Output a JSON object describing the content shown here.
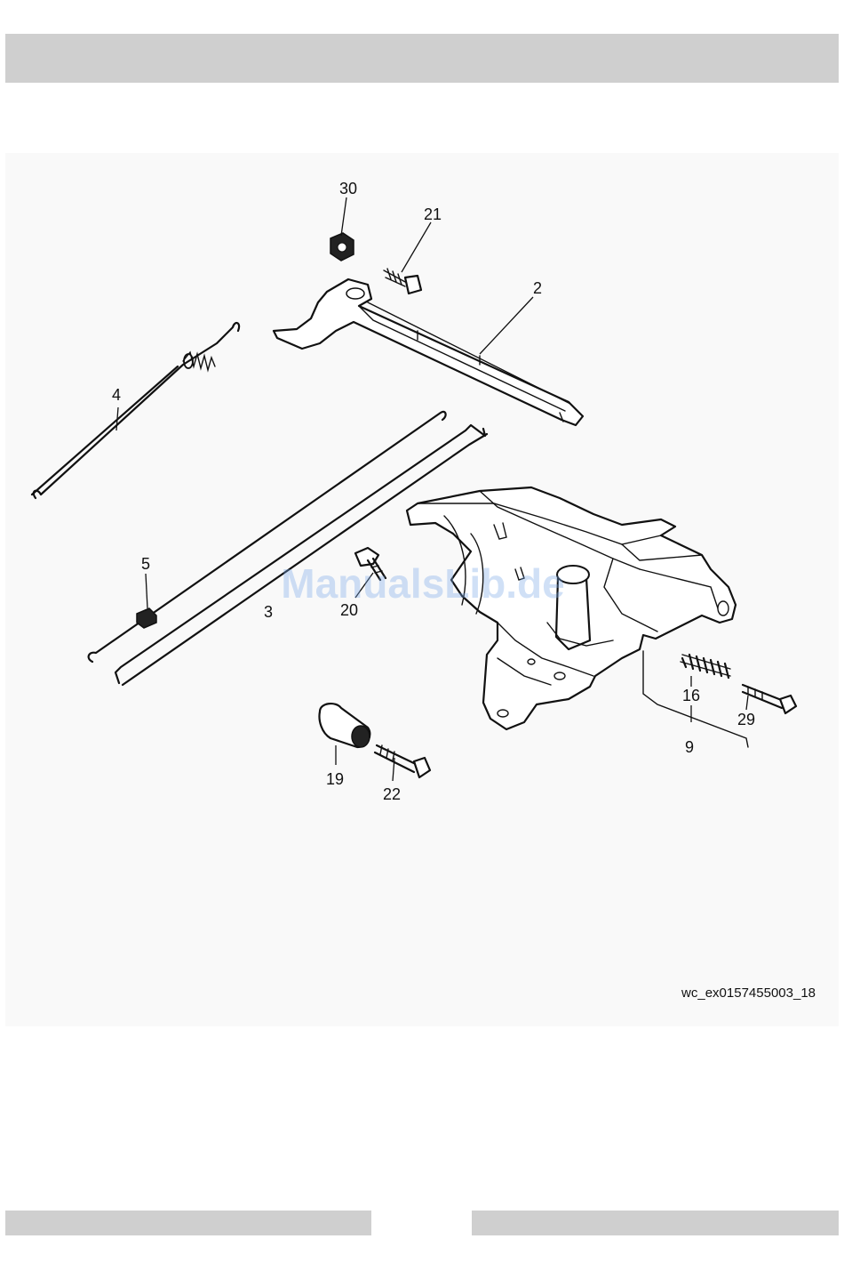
{
  "figure": {
    "callouts": {
      "c2": "2",
      "c3": "3",
      "c4": "4",
      "c5": "5",
      "c9": "9",
      "c16": "16",
      "c19": "19",
      "c20": "20",
      "c21": "21",
      "c22": "22",
      "c29": "29",
      "c30": "30"
    },
    "figure_code": "wc_ex0157455003_18",
    "watermark": "ManualsLib.de"
  }
}
